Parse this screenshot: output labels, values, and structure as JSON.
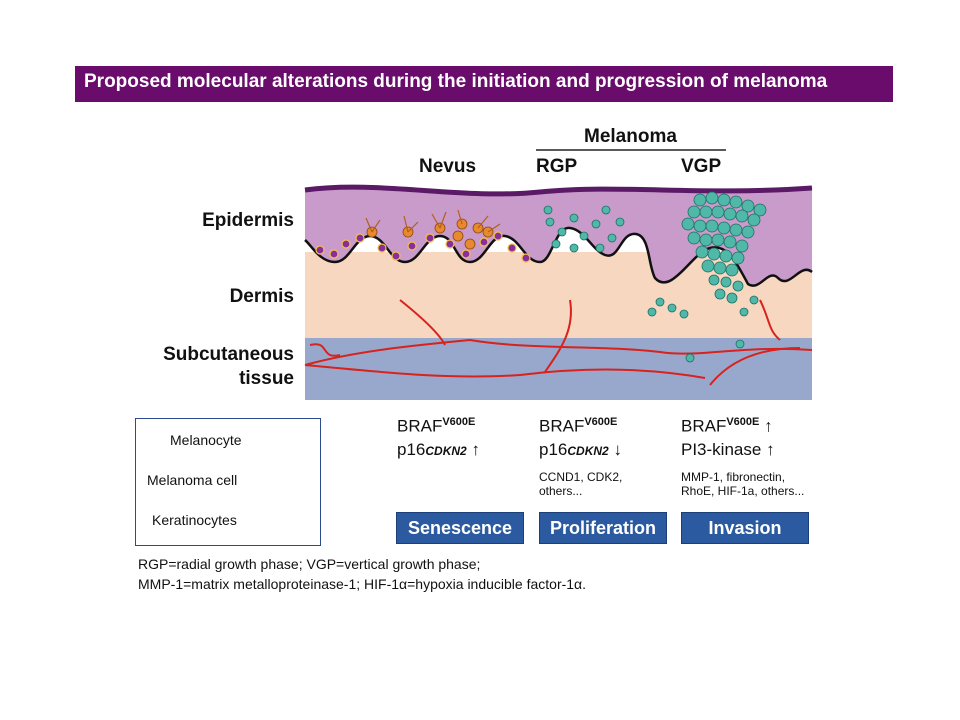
{
  "title": "Proposed molecular alterations during the initiation and progression of melanoma",
  "header": {
    "melanoma": "Melanoma",
    "nevus": "Nevus",
    "rgp": "RGP",
    "vgp": "VGP"
  },
  "layers": {
    "epidermis": "Epidermis",
    "dermis": "Dermis",
    "subcutaneous_line1": "Subcutaneous",
    "subcutaneous_line2": "tissue"
  },
  "columns": [
    {
      "gene1": "BRAF",
      "gene1_sup": "V600E",
      "gene2": "p16",
      "gene2_sup": "CDKN2",
      "arrow1": "",
      "arrow2": "↑",
      "others": "",
      "stage": "Senescence"
    },
    {
      "gene1": "BRAF",
      "gene1_sup": "V600E",
      "gene2": "p16",
      "gene2_sup": "CDKN2",
      "arrow1": "",
      "arrow2": "↓",
      "others_line1": "CCND1, CDK2,",
      "others_line2": "others...",
      "stage": "Proliferation"
    },
    {
      "gene1": "BRAF",
      "gene1_sup": "V600E",
      "gene2": "PI3-kinase",
      "arrow1": "↑",
      "arrow2": "↑",
      "others_line1": "MMP-1, fibronectin,",
      "others_line2": "RhoE, HIF-1a, others...",
      "stage": "Invasion"
    }
  ],
  "legend": {
    "melanocyte": "Melanocyte",
    "melanoma_cell": "Melanoma cell",
    "keratinocytes": "Keratinocytes"
  },
  "footnote": {
    "line1": "RGP=radial growth phase; VGP=vertical growth phase;",
    "line2": "MMP-1=matrix metalloproteinase-1; HIF-1α=hypoxia inducible factor-1α."
  },
  "colors": {
    "title_bg": "#6a0c6b",
    "epidermis": "#c99bcb",
    "dermis": "#f7d7bf",
    "subcutaneous": "#97a8cc",
    "stage_badge": "#2c5aa0",
    "melanocyte": "#e8892e",
    "melanoma_cell": "#4fb8a8",
    "keratinocyte": "#8a2f9a",
    "vessel": "#d8221e"
  }
}
